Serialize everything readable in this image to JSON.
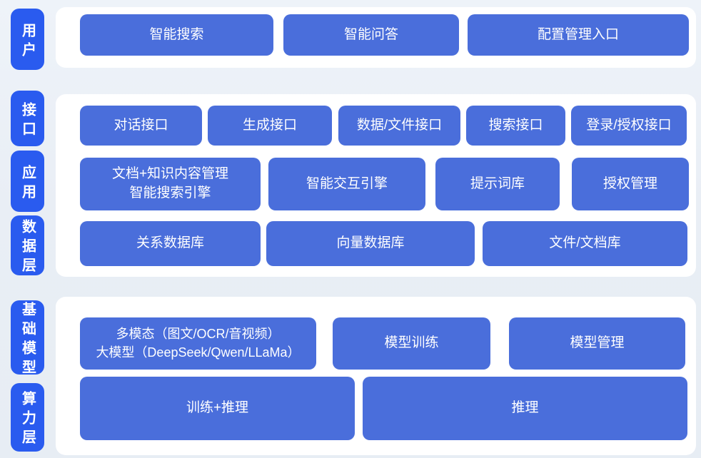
{
  "palette": {
    "page_bg": "#e9eef5",
    "panel_bg": "#ffffff",
    "pill_blue": "#2a5bef",
    "block_blue": "#4a6edb",
    "text_on_blue": "#ffffff"
  },
  "sections": [
    {
      "pills": [
        {
          "label": "用户"
        }
      ],
      "rows": [
        {
          "buttons": [
            {
              "label": "智能搜索"
            },
            {
              "label": "智能问答"
            },
            {
              "label": "配置管理入口"
            }
          ]
        }
      ]
    },
    {
      "pills": [
        {
          "label": "接口"
        },
        {
          "label": "应用"
        },
        {
          "label": "数据层"
        }
      ],
      "rows": [
        {
          "buttons": [
            {
              "label": "对话接口"
            },
            {
              "label": "生成接口"
            },
            {
              "label": "数据/文件接口"
            },
            {
              "label": "搜索接口"
            },
            {
              "label": "登录/授权接口"
            }
          ]
        },
        {
          "buttons": [
            {
              "lines": [
                "文档+知识内容管理",
                "智能搜索引擎"
              ]
            },
            {
              "label": "智能交互引擎"
            },
            {
              "label": "提示词库"
            },
            {
              "label": "授权管理"
            }
          ]
        },
        {
          "buttons": [
            {
              "label": "关系数据库"
            },
            {
              "label": "向量数据库"
            },
            {
              "label": "文件/文档库"
            }
          ]
        }
      ]
    },
    {
      "pills": [
        {
          "label": "基础模型"
        },
        {
          "label": "算力层"
        }
      ],
      "rows": [
        {
          "buttons": [
            {
              "lines": [
                "多模态（图文/OCR/音视频）",
                "大模型（DeepSeek/Qwen/LLaMa）"
              ]
            },
            {
              "label": "模型训练"
            },
            {
              "label": "模型管理"
            }
          ]
        },
        {
          "buttons": [
            {
              "label": "训练+推理"
            },
            {
              "label": "推理"
            }
          ]
        }
      ]
    }
  ]
}
